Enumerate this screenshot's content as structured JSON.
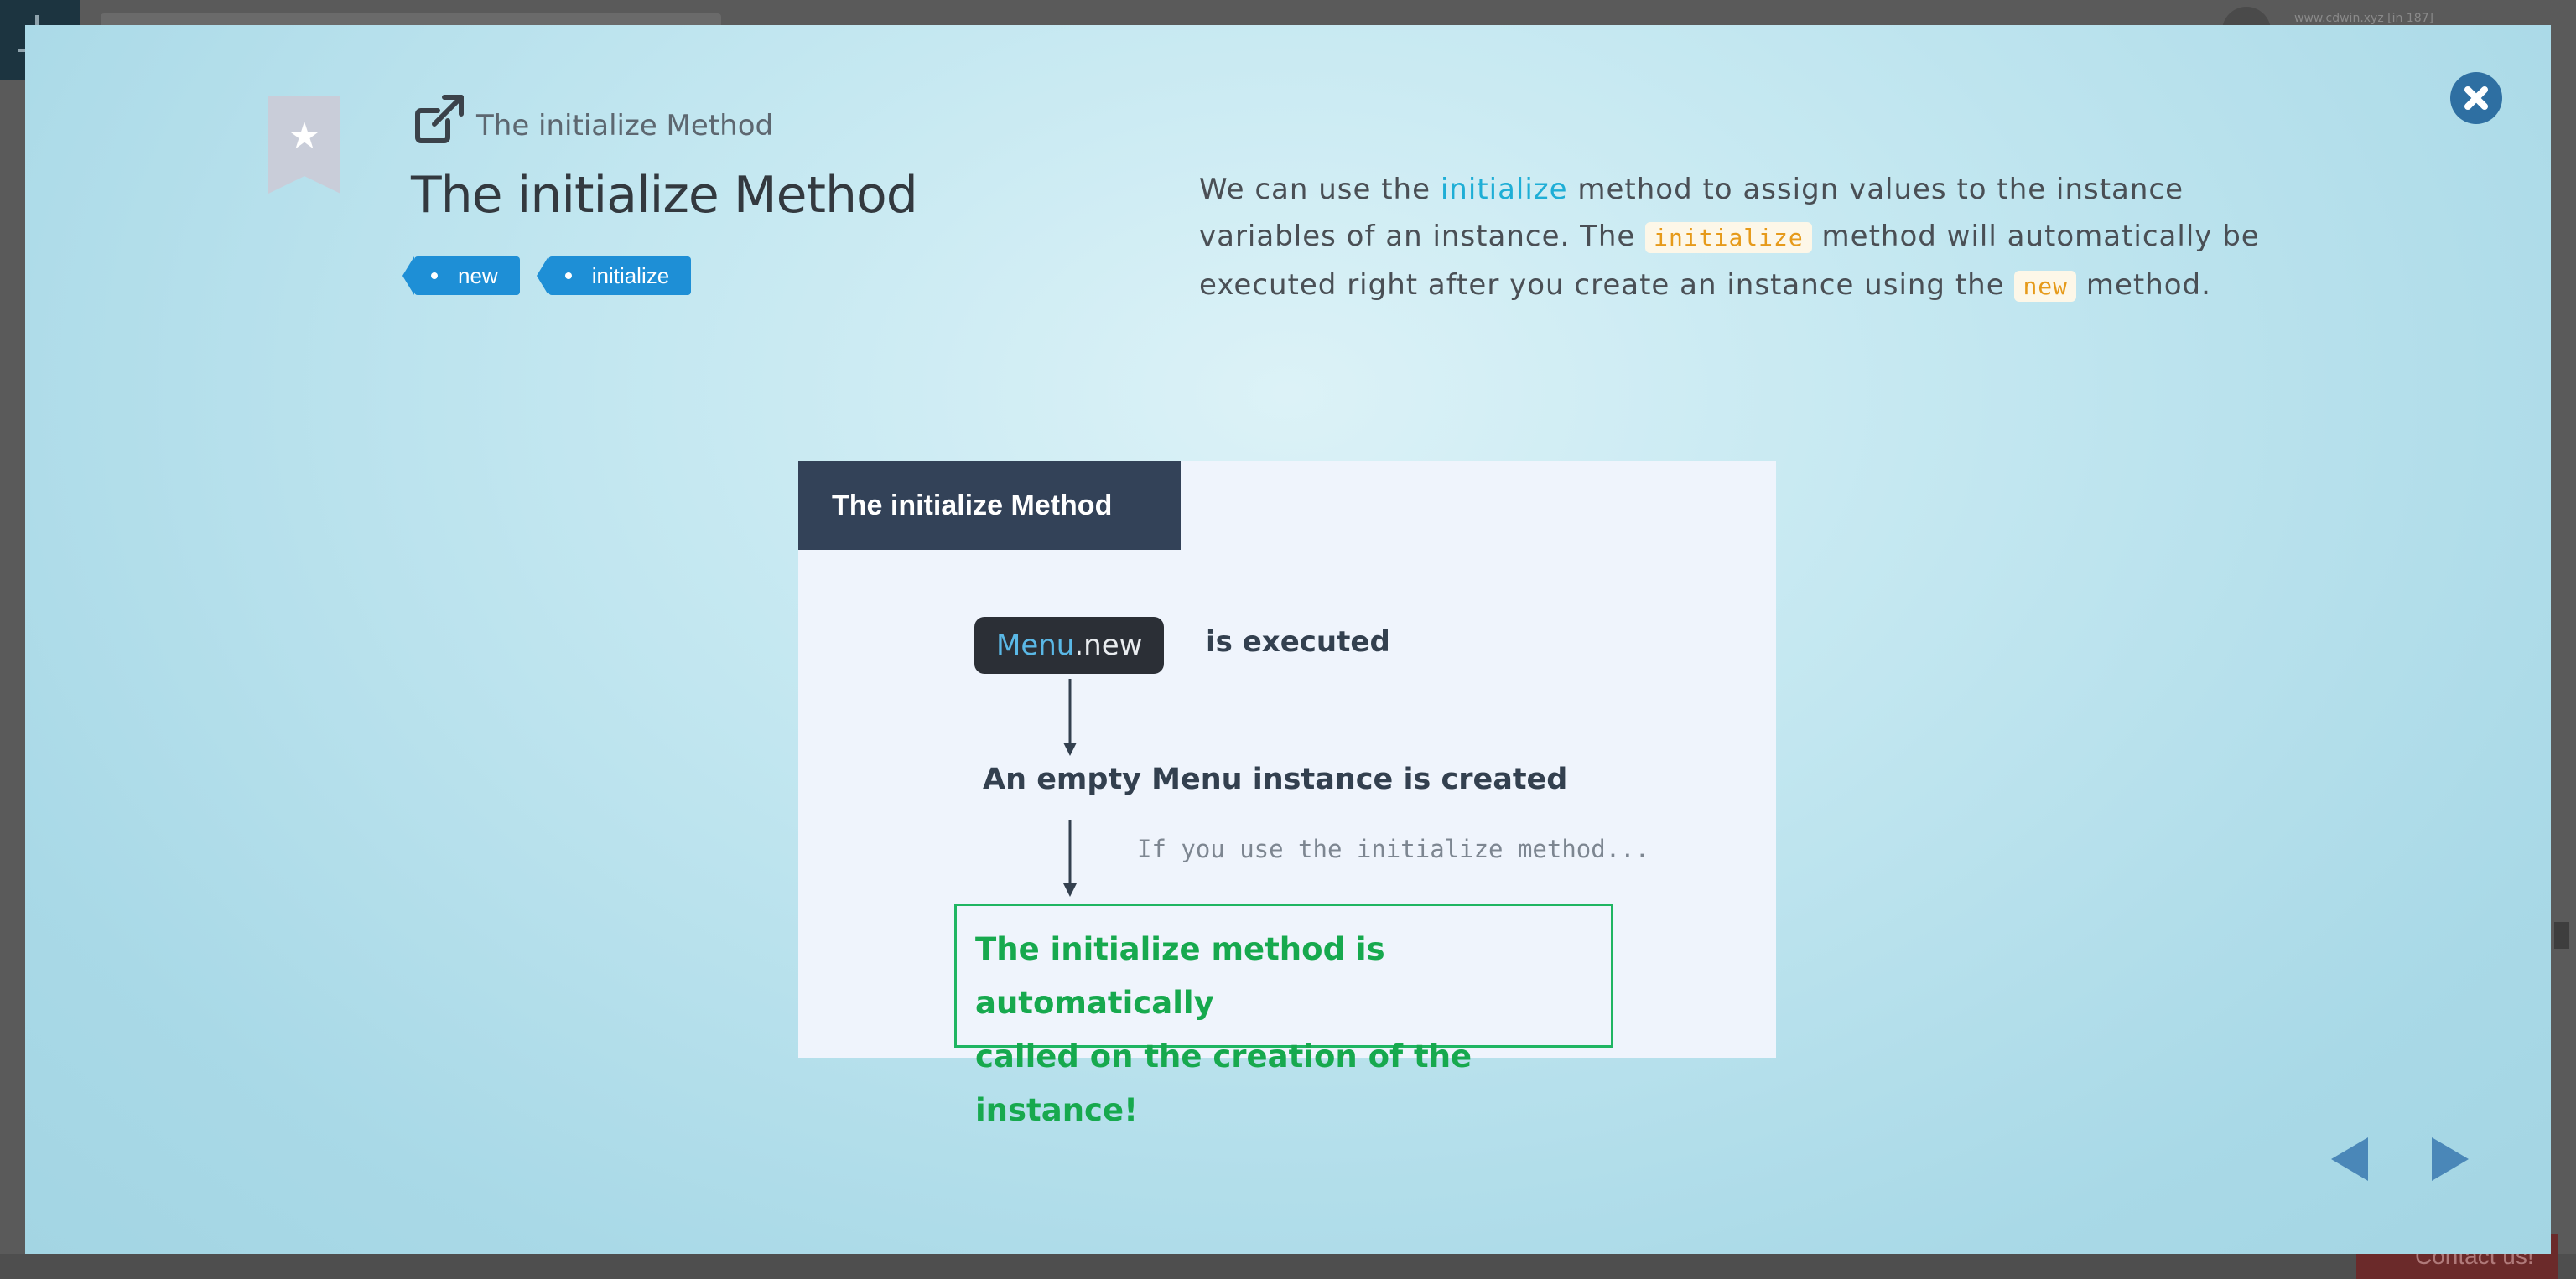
{
  "background": {
    "address_text": "www.cdwin.xyz [in 187]",
    "contact_label": "Contact us!"
  },
  "modal": {
    "breadcrumb": "The initialize Method",
    "title": "The initialize Method",
    "tags": [
      "new",
      "initialize"
    ],
    "description": {
      "p1": "We can use the ",
      "link_initialize": "initialize",
      "p2": " method to assign values to the instance variables of an instance. The ",
      "code_initialize": "initialize",
      "p3": " method will automatically be executed right after you create an instance using the ",
      "code_new": "new",
      "p4": " method."
    }
  },
  "slide": {
    "header": "The initialize Method",
    "code_class": "Menu",
    "code_method": ".new",
    "step1_suffix": "is executed",
    "step2": "An empty Menu instance is created",
    "hint": "If you use the initialize method...",
    "result_line1": "The initialize method is automatically",
    "result_line2": "called on the creation of the instance!"
  },
  "colors": {
    "tag": "#1e8fd6",
    "close_button": "#2e6fa2",
    "link": "#1eaed6",
    "inline_code": "#e69a1a",
    "result_green": "#17a94e",
    "slide_header": "#334258"
  },
  "icons": [
    "bookmark-star-icon",
    "external-link-icon",
    "close-icon",
    "arrow-left-icon",
    "arrow-right-icon"
  ]
}
